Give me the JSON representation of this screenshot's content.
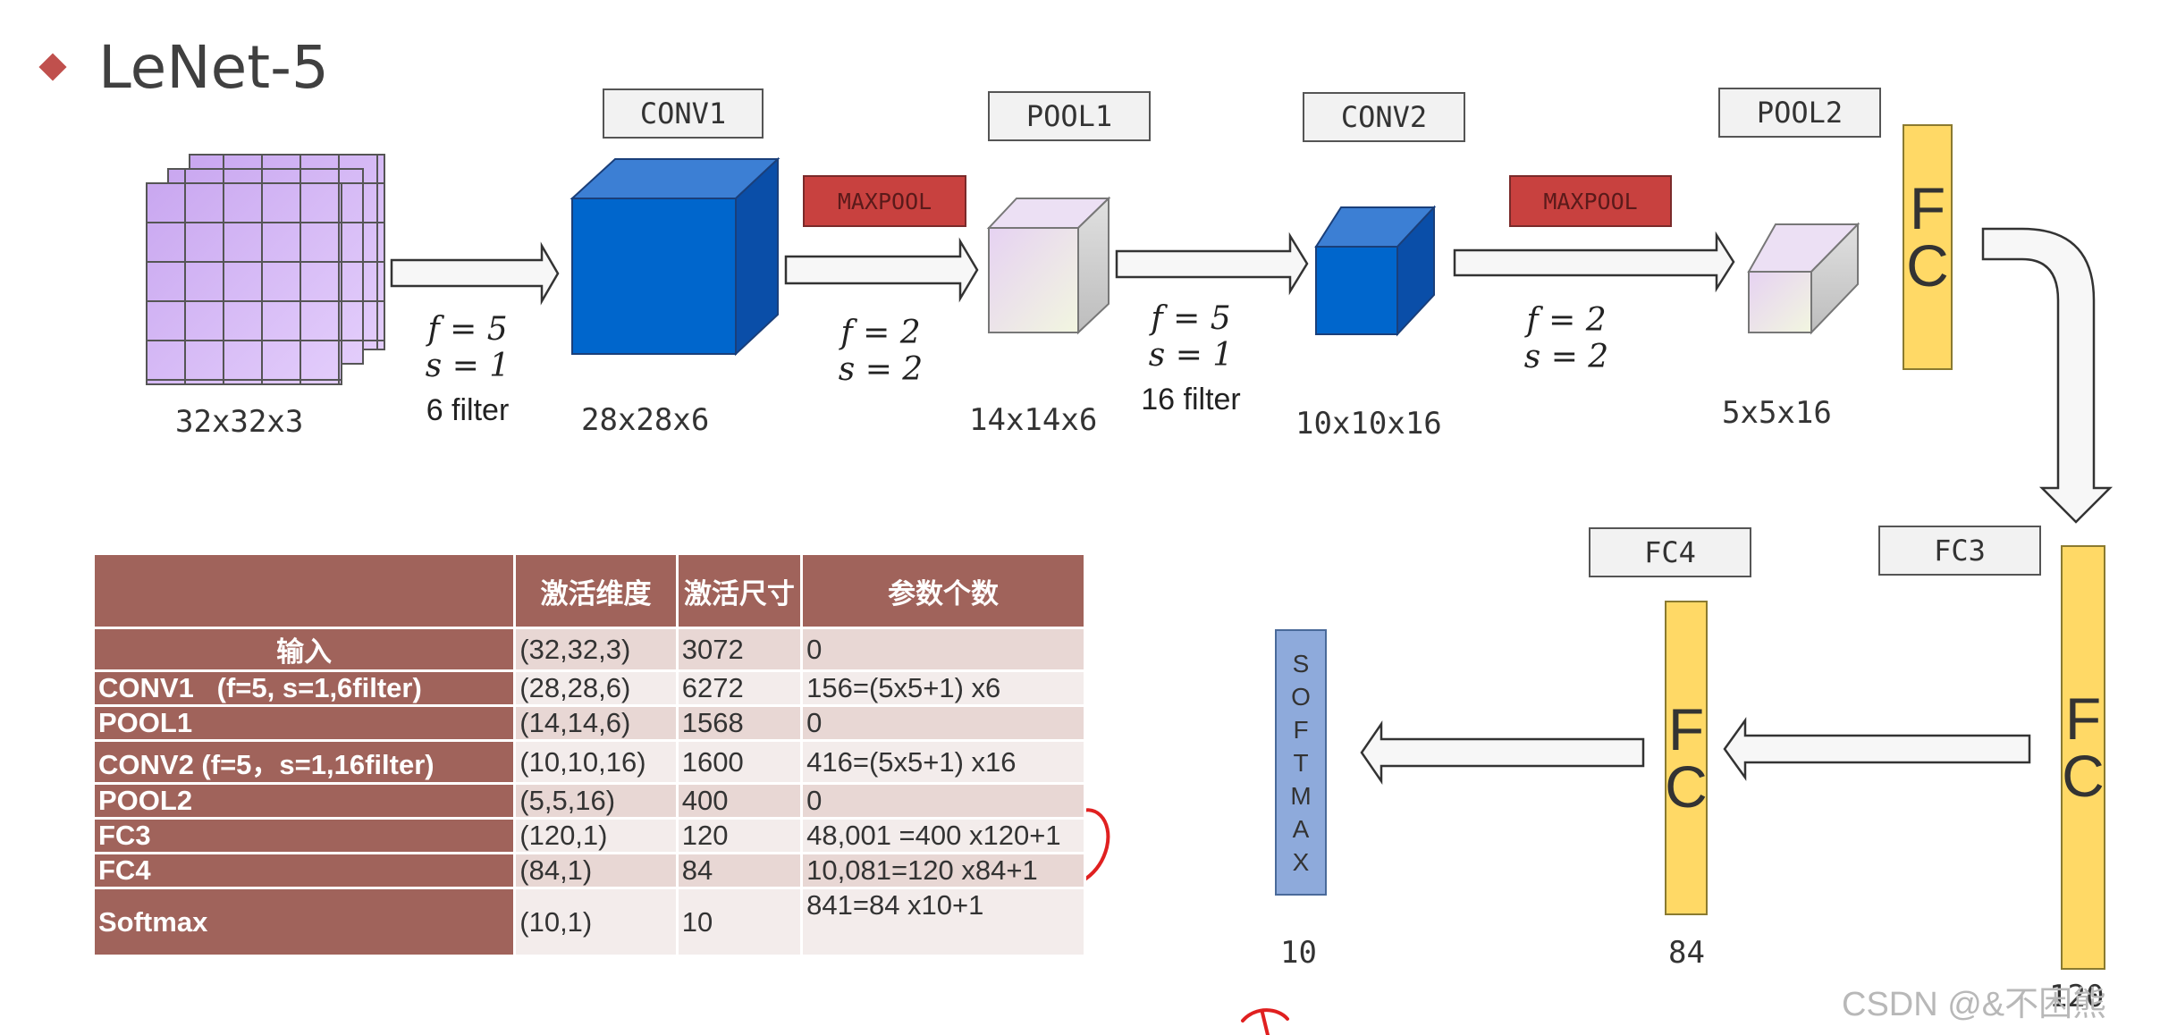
{
  "title": "LeNet-5",
  "labels": {
    "conv1": "CONV1",
    "pool1": "POOL1",
    "conv2": "CONV2",
    "pool2": "POOL2",
    "fc3": "FC3",
    "fc4": "FC4",
    "maxpool1": "MAXPOOL",
    "maxpool2": "MAXPOOL"
  },
  "dims": {
    "input": "32x32x3",
    "conv1": "28x28x6",
    "pool1": "14x14x6",
    "conv2": "10x10x16",
    "pool2": "5x5x16",
    "softmax": "10",
    "fc4": "84",
    "fc3": "120"
  },
  "params": {
    "conv1_f": "f = 5",
    "conv1_s": "s = 1",
    "conv1_filter": "6 filter",
    "pool1_f": "f = 2",
    "pool1_s": "s = 2",
    "conv2_f": "f = 5",
    "conv2_s": "s = 1",
    "conv2_filter": "16 filter",
    "pool2_f": "f = 2",
    "pool2_s": "s = 2"
  },
  "fc_letters": [
    "F",
    "C"
  ],
  "softmax_letters": [
    "S",
    "O",
    "F",
    "T",
    "M",
    "A",
    "X"
  ],
  "table": {
    "headers": [
      "",
      "激活维度",
      "激活尺寸",
      "参数个数"
    ],
    "rows": [
      [
        "输入",
        "(32,32,3)",
        "3072",
        "0"
      ],
      [
        "CONV1   (f=5, s=1,6filter)",
        "(28,28,6)",
        "6272",
        "156=(5x5+1) x6"
      ],
      [
        "POOL1",
        "(14,14,6)",
        "1568",
        "0"
      ],
      [
        "CONV2 (f=5，s=1,16filter)",
        "(10,10,16)",
        "1600",
        "416=(5x5+1) x16"
      ],
      [
        "POOL2",
        "(5,5,16)",
        "400",
        "0"
      ],
      [
        "FC3",
        "(120,1)",
        "120",
        "48,001 =400 x120+1"
      ],
      [
        "FC4",
        "(84,1)",
        "84",
        "10,081=120 x84+1"
      ],
      [
        "Softmax",
        "(10,1)",
        "10",
        "841=84 x10+1"
      ]
    ]
  },
  "watermark": "CSDN @&不困熊",
  "colors": {
    "accent": "#c0504d",
    "table_header": "#a0635b",
    "cube_blue": "#0066cc",
    "fc_yellow": "#ffd966",
    "softmax_blue": "#8eaadb"
  }
}
